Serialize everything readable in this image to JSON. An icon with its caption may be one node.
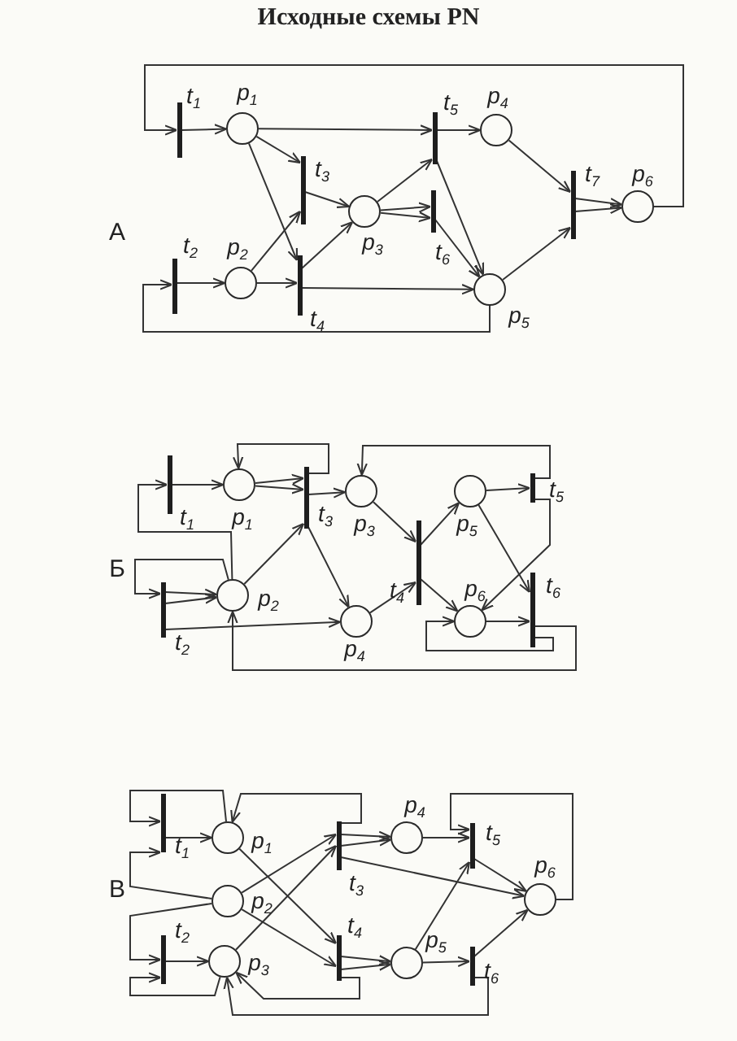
{
  "diagram": {
    "title": "Исходные схемы PN",
    "nodes": [
      {
        "text": [
          "t$_{1}$"
        ]
      },
      {
        "text": [
          "p$_{1}$"
        ]
      },
      {
        "text": [
          "t$_{5}$"
        ]
      },
      {
        "text": [
          "p$_{4}$"
        ]
      },
      {
        "text": [
          "t$_{3}$"
        ]
      },
      {
        "text": [
          "p$_{3}$"
        ]
      },
      {
        "text": [
          "t$_{6}$"
        ]
      },
      {
        "text": [
          "t$_{7}$"
        ]
      },
      {
        "text": [
          "p$_{6}$"
        ]
      },
      {
        "text": [
          "t$_{2}$"
        ]
      },
      {
        "text": [
          "p$_{2}$"
        ]
      },
      {
        "text": [
          "t$_{4}$"
        ]
      },
      {
        "text": [
          "p$_{5}$"
        ]
      },
      {
        "text": [
          "t$_{1}$"
        ]
      },
      {
        "text": [
          "p$_{1}$"
        ]
      },
      {
        "text": [
          "t$_{3}$"
        ]
      },
      {
        "text": [
          "p$_{3}$"
        ]
      },
      {
        "text": [
          "p$_{5}$"
        ]
      },
      {
        "text": [
          "t$_{5}$"
        ]
      },
      {
        "text": [
          "t$_{4}$"
        ]
      },
      {
        "text": [
          "p$_{2}$"
        ]
      },
      {
        "text": [
          "p$_{4}$"
        ]
      },
      {
        "text": [
          "p$_{6}$"
        ]
      },
      {
        "text": [
          "t$_{6}$"
        ]
      },
      {
        "text": [
          "t$_{2}$"
        ]
      },
      {
        "text": [
          "t$_{1}$"
        ]
      },
      {
        "text": [
          "p$_{1}$"
        ]
      },
      {
        "text": [
          "p$_{2}$"
        ]
      },
      {
        "text": [
          "p$_{3}$"
        ]
      },
      {
        "text": [
          "t$_{2}$"
        ]
      },
      {
        "text": [
          "t$_{3}$"
        ]
      },
      {
        "text": [
          "t$_{4}$"
        ]
      },
      {
        "text": [
          "p$_{4}$"
        ]
      },
      {
        "text": [
          "p$_{5}$"
        ]
      },
      {
        "text": [
          "t$_{5}$"
        ]
      },
      {
        "text": [
          "t$_{6}$"
        ]
      },
      {
        "text": [
          "p$_{6}$"
        ]
      }
    ],
    "edges": [
      {
        "from": 8,
        "to": 0,
        "arrow": "to"
      },
      {
        "from": 0,
        "to": 1,
        "arrow": "to"
      },
      {
        "from": 1,
        "to": 2,
        "arrow": "to"
      },
      {
        "from": 2,
        "to": 3,
        "arrow": "to"
      },
      {
        "from": 1,
        "to": 4,
        "arrow": "to"
      },
      {
        "from": 1,
        "to": 11,
        "arrow": "to"
      },
      {
        "from": 4,
        "to": 5,
        "arrow": "to"
      },
      {
        "from": 10,
        "to": 4,
        "arrow": "to"
      },
      {
        "from": 10,
        "to": 11,
        "arrow": "to"
      },
      {
        "from": 11,
        "to": 5,
        "arrow": "to"
      },
      {
        "from": 9,
        "to": 10,
        "arrow": "to"
      },
      {
        "from": 12,
        "to": 9,
        "arrow": "to"
      },
      {
        "from": 11,
        "to": 12,
        "arrow": "to"
      },
      {
        "from": 5,
        "to": 2,
        "arrow": "to"
      },
      {
        "from": 5,
        "to": 6,
        "arrow": "to"
      },
      {
        "from": 5,
        "to": 6,
        "arrow": "to"
      },
      {
        "from": 2,
        "to": 12,
        "arrow": "to"
      },
      {
        "from": 6,
        "to": 12,
        "arrow": "to"
      },
      {
        "from": 3,
        "to": 7,
        "arrow": "to"
      },
      {
        "from": 12,
        "to": 7,
        "arrow": "to"
      },
      {
        "from": 7,
        "to": 8,
        "arrow": "to"
      },
      {
        "from": 7,
        "to": 8,
        "arrow": "to"
      },
      {
        "from": 13,
        "to": 14,
        "arrow": "to"
      },
      {
        "from": 14,
        "to": 15,
        "arrow": "to"
      },
      {
        "from": 14,
        "to": 15,
        "arrow": "to"
      },
      {
        "from": 15,
        "to": 14,
        "arrow": "to"
      },
      {
        "from": 15,
        "to": 16,
        "arrow": "to"
      },
      {
        "from": 20,
        "to": 15,
        "arrow": "to"
      },
      {
        "from": 15,
        "to": 21,
        "arrow": "to"
      },
      {
        "from": 20,
        "to": 13,
        "arrow": "to"
      },
      {
        "from": 20,
        "to": 24,
        "arrow": "to"
      },
      {
        "from": 24,
        "to": 20,
        "arrow": "to"
      },
      {
        "from": 24,
        "to": 20,
        "arrow": "to"
      },
      {
        "from": 24,
        "to": 21,
        "arrow": "to"
      },
      {
        "from": 16,
        "to": 19,
        "arrow": "to"
      },
      {
        "from": 21,
        "to": 19,
        "arrow": "to"
      },
      {
        "from": 19,
        "to": 17,
        "arrow": "to"
      },
      {
        "from": 19,
        "to": 22,
        "arrow": "to"
      },
      {
        "from": 17,
        "to": 18,
        "arrow": "to"
      },
      {
        "from": 17,
        "to": 23,
        "arrow": "to"
      },
      {
        "from": 18,
        "to": 16,
        "arrow": "to"
      },
      {
        "from": 18,
        "to": 22,
        "arrow": "to"
      },
      {
        "from": 22,
        "to": 23,
        "arrow": "to"
      },
      {
        "from": 23,
        "to": 22,
        "arrow": "to"
      },
      {
        "from": 23,
        "to": 20,
        "arrow": "to"
      },
      {
        "from": 25,
        "to": 26,
        "arrow": "to"
      },
      {
        "from": 26,
        "to": 25,
        "arrow": "to"
      },
      {
        "from": 27,
        "to": 25,
        "arrow": "to"
      },
      {
        "from": 30,
        "to": 26,
        "arrow": "to"
      },
      {
        "from": 26,
        "to": 31,
        "arrow": "to"
      },
      {
        "from": 27,
        "to": 30,
        "arrow": "to"
      },
      {
        "from": 27,
        "to": 31,
        "arrow": "to"
      },
      {
        "from": 28,
        "to": 30,
        "arrow": "to"
      },
      {
        "from": 27,
        "to": 29,
        "arrow": "to"
      },
      {
        "from": 28,
        "to": 29,
        "arrow": "to"
      },
      {
        "from": 29,
        "to": 28,
        "arrow": "to"
      },
      {
        "from": 31,
        "to": 28,
        "arrow": "to"
      },
      {
        "from": 35,
        "to": 28,
        "arrow": "to"
      },
      {
        "from": 30,
        "to": 32,
        "arrow": "to"
      },
      {
        "from": 30,
        "to": 32,
        "arrow": "to"
      },
      {
        "from": 30,
        "to": 36,
        "arrow": "to"
      },
      {
        "from": 32,
        "to": 34,
        "arrow": "to"
      },
      {
        "from": 34,
        "to": 36,
        "arrow": "to"
      },
      {
        "from": 36,
        "to": 34,
        "arrow": "to"
      },
      {
        "from": 31,
        "to": 33,
        "arrow": "to"
      },
      {
        "from": 31,
        "to": 33,
        "arrow": "to"
      },
      {
        "from": 33,
        "to": 34,
        "arrow": "to"
      },
      {
        "from": 33,
        "to": 35,
        "arrow": "to"
      },
      {
        "from": 35,
        "to": 36,
        "arrow": "to"
      }
    ],
    "labels": [
      "А",
      "Б",
      "В"
    ]
  }
}
